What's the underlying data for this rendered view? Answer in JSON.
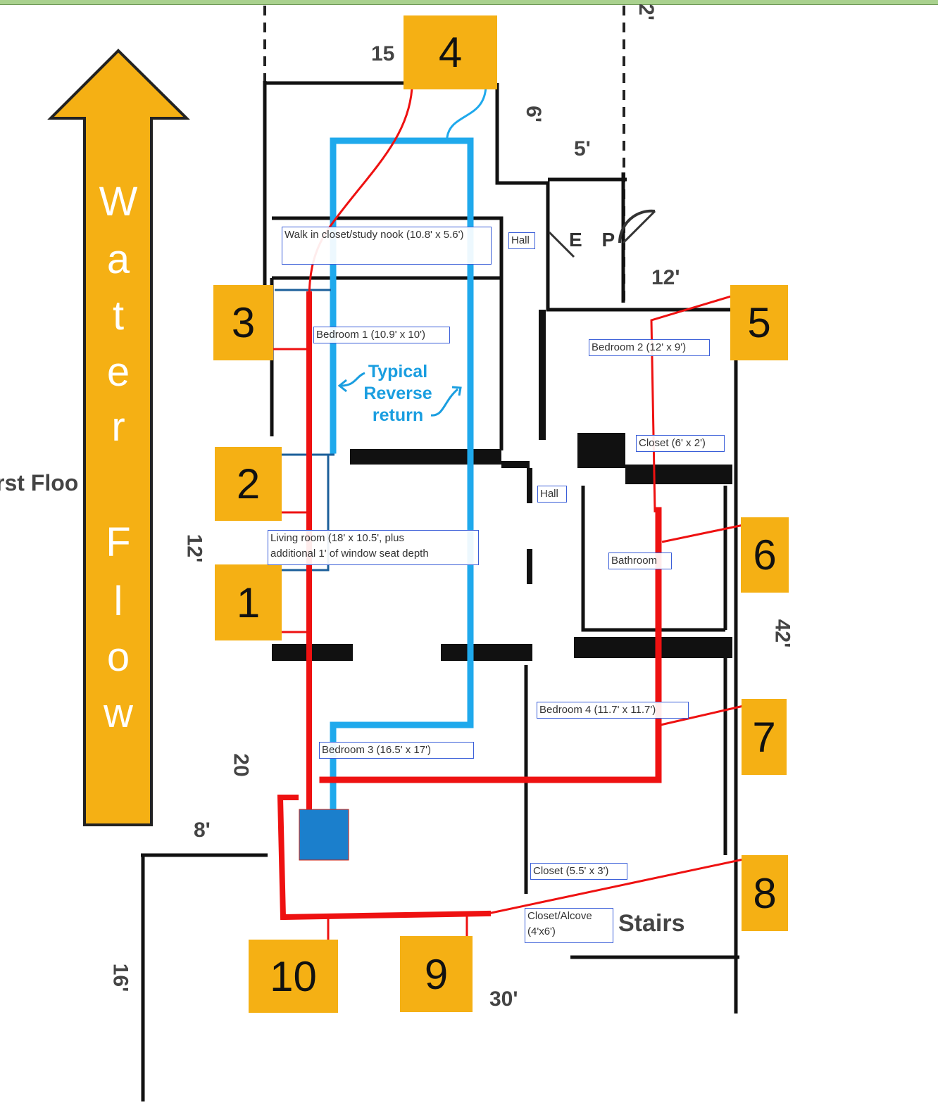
{
  "flow_arrow": {
    "label": "Water Flow",
    "letters": [
      "W",
      "a",
      "t",
      "e",
      "r",
      "F",
      "l",
      "o",
      "w"
    ],
    "color": "#f5b014"
  },
  "floor_label": "rst Floo",
  "annotation": {
    "line1": "Typical",
    "line2": "Reverse",
    "line3": "return",
    "color": "#1a9ee0"
  },
  "zones": [
    "1",
    "2",
    "3",
    "4",
    "5",
    "6",
    "7",
    "8",
    "9",
    "10"
  ],
  "rooms": {
    "walkin": "Walk in closet/study nook (10.8' x 5.6')",
    "hall_top": "Hall",
    "bedroom1": "Bedroom 1 (10.9' x 10')",
    "bedroom2": "Bedroom 2 (12' x 9')",
    "closet_b2": "Closet (6' x 2')",
    "hall_mid": "Hall",
    "living": "Living room (18' x 10.5', plus",
    "living2": "additional 1' of window seat depth",
    "bathroom": "Bathroom",
    "bedroom4": "Bedroom 4 (11.7' x 11.7')",
    "bedroom3": "Bedroom 3 (16.5' x 17')",
    "closet_b4": "Closet (5.5' x 3')",
    "alcove1": "Closet/Alcove",
    "alcove2": "(4'x6')",
    "stairs": "Stairs",
    "ep": "E P"
  },
  "dimensions": {
    "d15": "15",
    "d6": "6'",
    "d5": "5'",
    "d12top": "12'",
    "d12left": "12'",
    "d42": "42'",
    "d20": "20",
    "d8": "8'",
    "d16": "16'",
    "d30": "30'",
    "d2": "2'"
  },
  "colors": {
    "supply": "#ee1111",
    "return": "#1fa9ec",
    "boiler": "#1b7fcc",
    "walls": "#111111"
  }
}
